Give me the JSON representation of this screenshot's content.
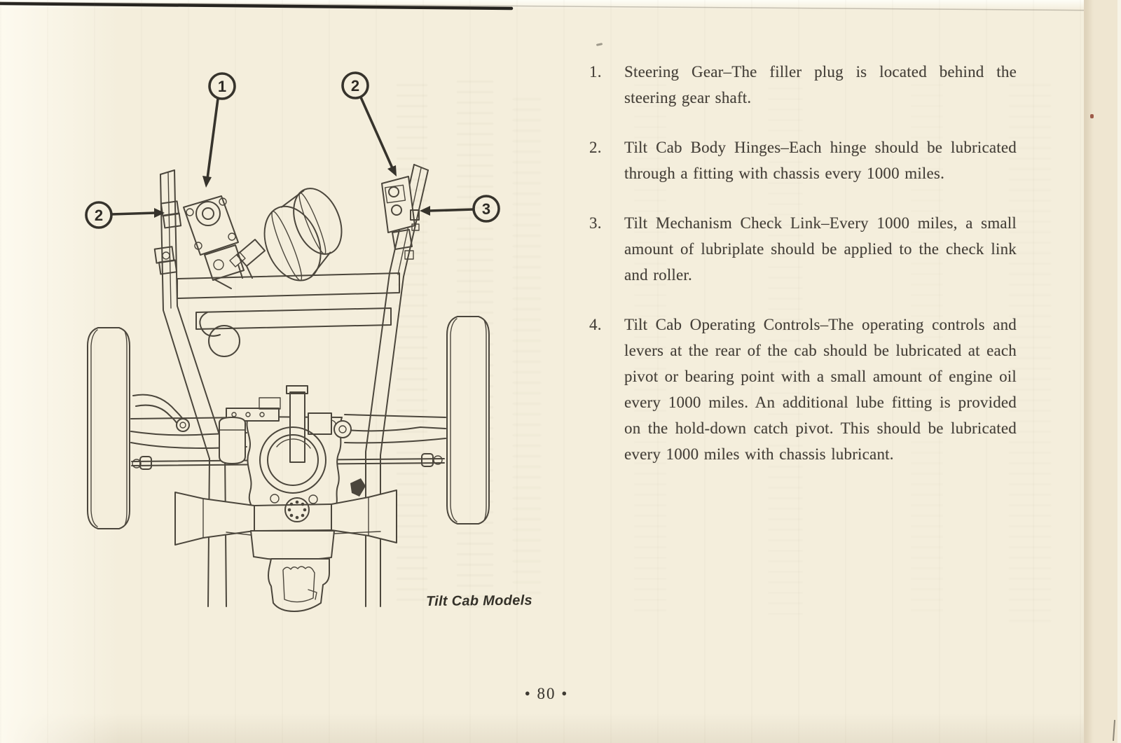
{
  "doc": {
    "caption": "Tilt Cab Models",
    "page_number": "• 80 •",
    "items": [
      {
        "num": "1.",
        "text": "Steering Gear–The filler plug is located behind the steering gear shaft."
      },
      {
        "num": "2.",
        "text": "Tilt Cab Body Hinges–Each hinge should be lubricated through a fitting with chassis every 1000 miles."
      },
      {
        "num": "3.",
        "text": "Tilt Mechanism Check Link–Every 1000 miles, a small amount of lubriplate should be applied to the check link and roller."
      },
      {
        "num": "4.",
        "text": "Tilt Cab Operating Controls–The operating controls and levers at the rear of the cab should be lubricated at each pivot or bearing point with a small amount of engine oil every 1000 miles. An additional lube fitting is provided on the hold-down catch pivot. This should be lubricated every 1000 miles with chassis lubricant."
      }
    ],
    "callouts": {
      "steering_gear": "1",
      "hinge_top": "2",
      "hinge_left": "2",
      "check_link": "3"
    },
    "colors": {
      "paper": "#f4eedc",
      "ink": "#454039",
      "drawing_line": "#4b463c"
    }
  }
}
